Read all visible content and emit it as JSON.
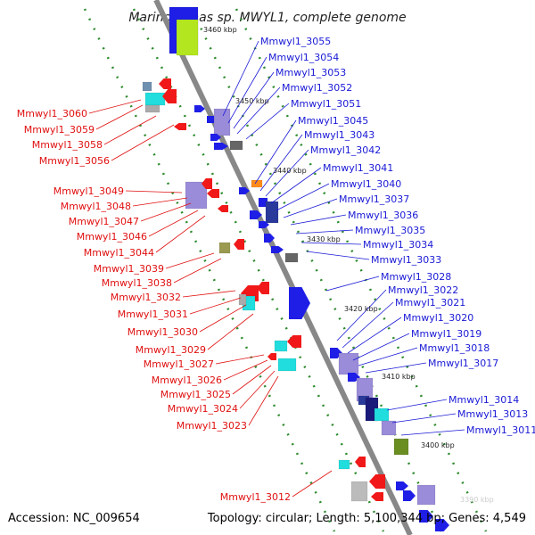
{
  "title": "Marinomonas sp. MWYL1, complete genome",
  "footer": {
    "accession": "Accession: NC_009654",
    "topology": "Topology: circular; Length: 5,100,344 bp; Genes: 4,549"
  },
  "colors": {
    "forward_label": "#1a1ad6",
    "reverse_label": "#e01010",
    "backbone": "#888888",
    "tick_dots": "#2e8b2e",
    "forward_gene": "#1e1ee6",
    "reverse_gene": "#f01818",
    "rna_gene": "#22dddd",
    "other_gene": "#9a8cd8"
  },
  "scale_ticks": [
    "3460 kbp",
    "3450 kbp",
    "3440 kbp",
    "3430 kbp",
    "3420 kbp",
    "3410 kbp",
    "3400 kbp",
    "3390 kbp"
  ],
  "forward_genes": [
    "Mmwyl1_3055",
    "Mmwyl1_3054",
    "Mmwyl1_3053",
    "Mmwyl1_3052",
    "Mmwyl1_3051",
    "Mmwyl1_3045",
    "Mmwyl1_3043",
    "Mmwyl1_3042",
    "Mmwyl1_3041",
    "Mmwyl1_3040",
    "Mmwyl1_3037",
    "Mmwyl1_3036",
    "Mmwyl1_3035",
    "Mmwyl1_3034",
    "Mmwyl1_3033",
    "Mmwyl1_3028",
    "Mmwyl1_3022",
    "Mmwyl1_3021",
    "Mmwyl1_3020",
    "Mmwyl1_3019",
    "Mmwyl1_3018",
    "Mmwyl1_3017",
    "Mmwyl1_3014",
    "Mmwyl1_3013",
    "Mmwyl1_3011"
  ],
  "reverse_genes": [
    "Mmwyl1_3060",
    "Mmwyl1_3059",
    "Mmwyl1_3058",
    "Mmwyl1_3056",
    "Mmwyl1_3049",
    "Mmwyl1_3048",
    "Mmwyl1_3047",
    "Mmwyl1_3046",
    "Mmwyl1_3044",
    "Mmwyl1_3039",
    "Mmwyl1_3038",
    "Mmwyl1_3032",
    "Mmwyl1_3031",
    "Mmwyl1_3030",
    "Mmwyl1_3029",
    "Mmwyl1_3027",
    "Mmwyl1_3026",
    "Mmwyl1_3025",
    "Mmwyl1_3024",
    "Mmwyl1_3023",
    "Mmwyl1_3012"
  ]
}
